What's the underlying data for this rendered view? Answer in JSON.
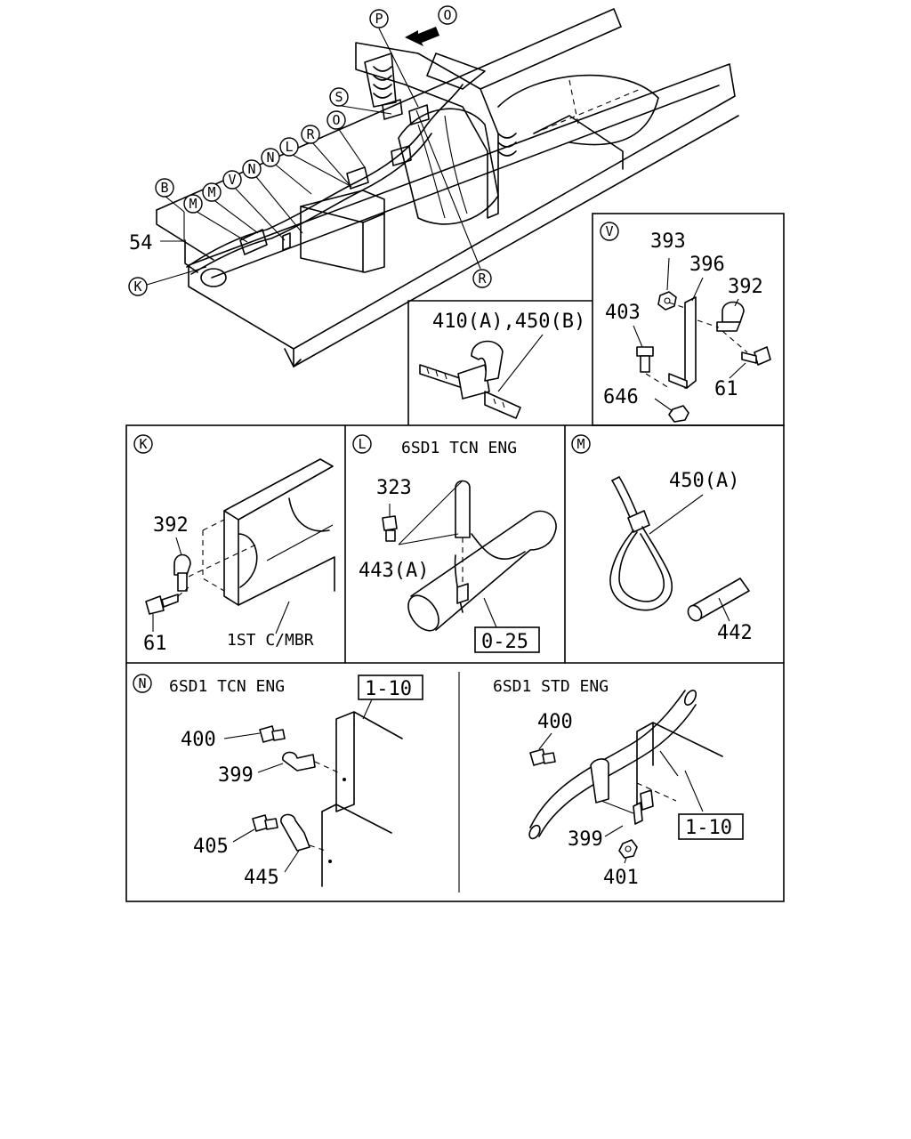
{
  "main": {
    "callouts": {
      "P": "P",
      "O_top": "O",
      "S": "S",
      "O_mid": "O",
      "R_top": "R",
      "L": "L",
      "N_1": "N",
      "N_2": "N",
      "V": "V",
      "M_1": "M",
      "M_2": "M",
      "B": "B",
      "K": "K",
      "R_bottom": "R"
    },
    "part_54": "54"
  },
  "panels": {
    "clip": {
      "label": "410(A),450(B)"
    },
    "V": {
      "circle": "V",
      "parts": {
        "p393": "393",
        "p396": "396",
        "p392": "392",
        "p403": "403",
        "p646": "646",
        "p61": "61"
      }
    },
    "K": {
      "circle": "K",
      "parts": {
        "p392": "392",
        "p61": "61"
      },
      "note": "1ST C/MBR"
    },
    "L": {
      "circle": "L",
      "title": "6SD1 TCN ENG",
      "parts": {
        "p323": "323",
        "p443": "443(A)"
      },
      "ref": "0-25"
    },
    "M": {
      "circle": "M",
      "parts": {
        "p450": "450(A)",
        "p442": "442"
      }
    },
    "N_tcn": {
      "circle": "N",
      "title": "6SD1 TCN ENG",
      "ref": "1-10",
      "parts": {
        "p400": "400",
        "p399": "399",
        "p405": "405",
        "p445": "445"
      }
    },
    "N_std": {
      "title": "6SD1 STD ENG",
      "ref": "1-10",
      "parts": {
        "p400": "400",
        "p399": "399",
        "p401": "401"
      }
    }
  }
}
